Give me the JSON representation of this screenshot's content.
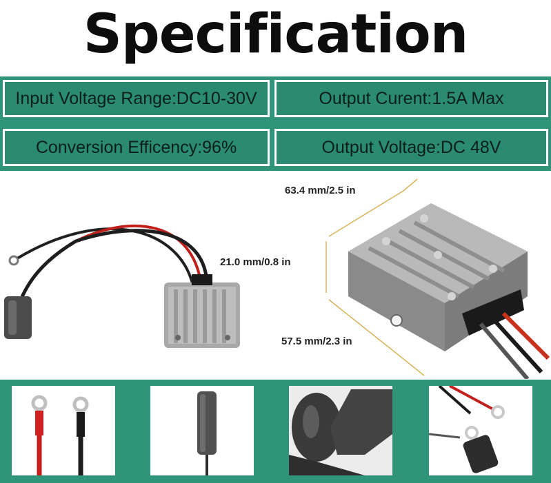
{
  "title": "Specification",
  "specs": {
    "input_voltage": "Input Voltage Range:DC10-30V",
    "output_current": "Output Curent:1.5A Max",
    "efficiency": "Conversion Efficency:96%",
    "output_voltage": "Output Voltage:DC 48V"
  },
  "dimensions": {
    "length": "63.4 mm/2.5 in",
    "height": "21.0 mm/0.8 in",
    "width": "57.5 mm/2.3 in"
  },
  "colors": {
    "band_green": "#2f947a",
    "spec_green": "#2a8b72"
  }
}
